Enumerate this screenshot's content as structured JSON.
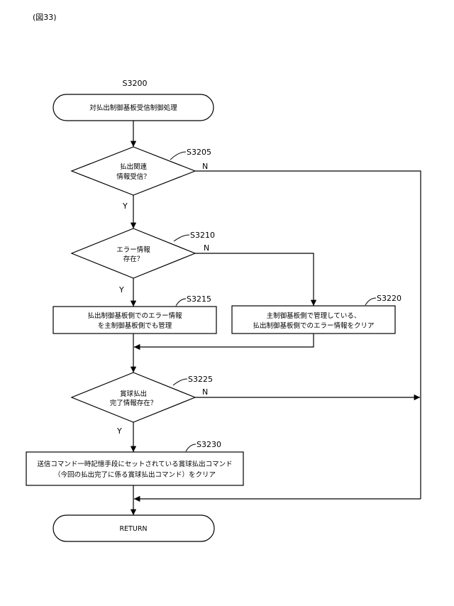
{
  "figure_label": "(図33)",
  "start_step": "S3200",
  "nodes": {
    "start": "対払出制御基板受信制御処理",
    "d1": {
      "step": "S3205",
      "line1": "払出関連",
      "line2": "情報受信？"
    },
    "d2": {
      "step": "S3210",
      "line1": "エラー情報",
      "line2": "存在？"
    },
    "p1": {
      "step": "S3215",
      "line1": "払出制御基板側でのエラー情報",
      "line2": "を主制御基板側でも管理"
    },
    "p2": {
      "step": "S3220",
      "line1": "主制御基板側で管理している、",
      "line2": "払出制御基板側でのエラー情報をクリア"
    },
    "d3": {
      "step": "S3225",
      "line1": "賞球払出",
      "line2": "完了情報存在？"
    },
    "p3": {
      "step": "S3230",
      "line1": "送信コマンド一時記憶手段にセットされている賞球払出コマンド",
      "line2": "（今回の払出完了に係る賞球払出コマンド）をクリア"
    },
    "end": "RETURN"
  },
  "branch_labels": {
    "yes": "Y",
    "no": "N"
  }
}
